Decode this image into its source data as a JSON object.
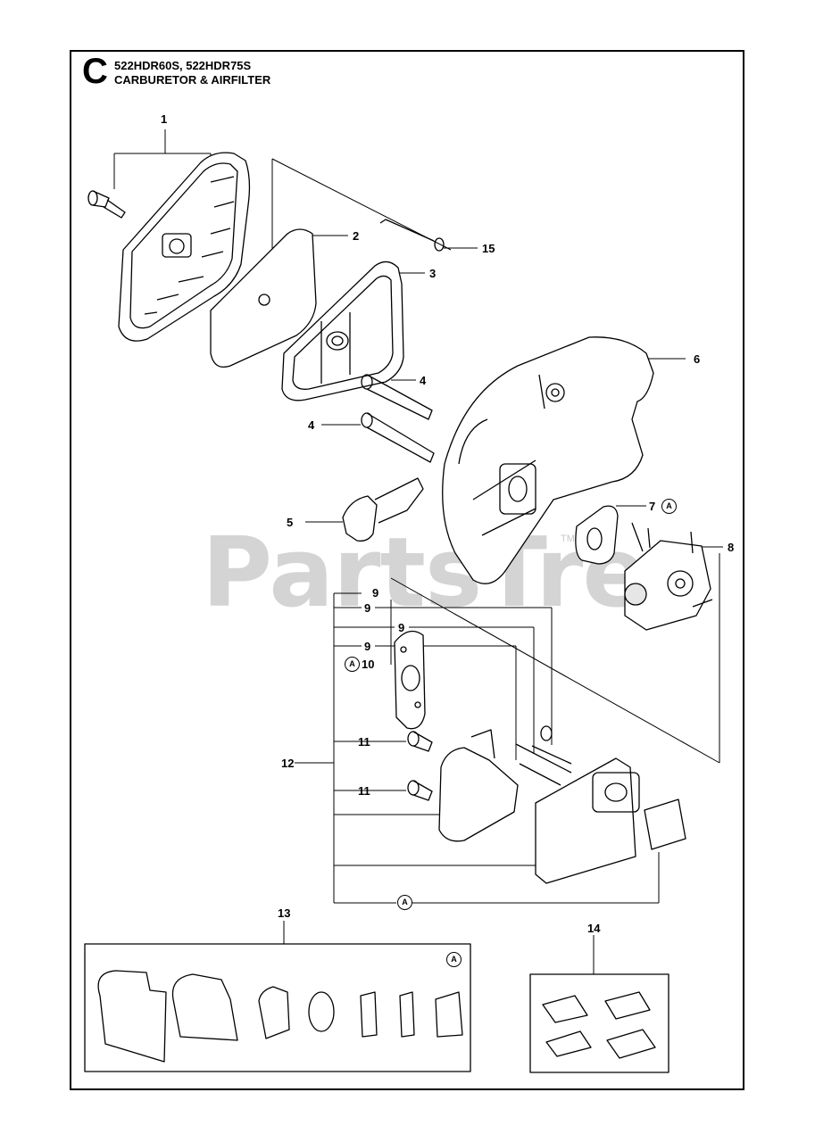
{
  "header": {
    "section_letter": "C",
    "models": "522HDR60S, 522HDR75S",
    "title": "CARBURETOR & AIRFILTER"
  },
  "watermark": {
    "text": "PartsTree",
    "tm": "TM"
  },
  "callouts": {
    "c1": "1",
    "c2": "2",
    "c3": "3",
    "c4a": "4",
    "c4b": "4",
    "c5": "5",
    "c6": "6",
    "c7": "7",
    "c8": "8",
    "c9a": "9",
    "c9b": "9",
    "c9c": "9",
    "c9d": "9",
    "c10": "10",
    "c11a": "11",
    "c11b": "11",
    "c12": "12",
    "c13": "13",
    "c14": "14",
    "c15": "15"
  },
  "gasket_marker": "A",
  "colors": {
    "line": "#000000",
    "watermark": "#d4d4d4",
    "fill": "#ffffff",
    "shade": "#e6e6e6"
  }
}
